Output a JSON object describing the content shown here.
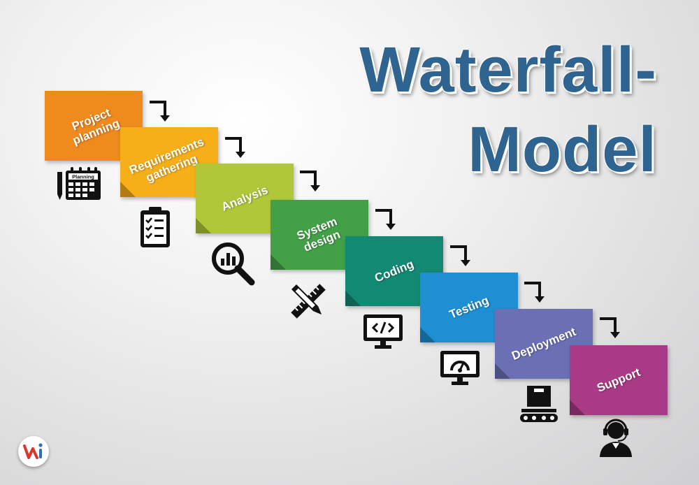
{
  "title": {
    "line1": "Waterfall-",
    "line2": "Model"
  },
  "steps": [
    {
      "label": "Project\nplanning",
      "color": "#ef8a1d"
    },
    {
      "label": "Requirements\ngathering",
      "color": "#f6ae19"
    },
    {
      "label": "Analysis",
      "color": "#b0c73a"
    },
    {
      "label": "System\ndesign",
      "color": "#43a047"
    },
    {
      "label": "Coding",
      "color": "#128a73"
    },
    {
      "label": "Testing",
      "color": "#1d8fd2"
    },
    {
      "label": "Deployment",
      "color": "#6b6fb4"
    },
    {
      "label": "Support",
      "color": "#a93a85"
    }
  ],
  "icons": {
    "calendar_text": "Planning",
    "names": [
      "calendar-icon",
      "clipboard-checklist-icon",
      "magnifier-chart-icon",
      "ruler-pencil-icon",
      "monitor-code-icon",
      "monitor-gauge-icon",
      "conveyor-box-icon",
      "headset-support-icon"
    ]
  },
  "colors": {
    "title": "#2f6490",
    "logo_red": "#d9372b",
    "logo_blue": "#2f6fb0"
  }
}
